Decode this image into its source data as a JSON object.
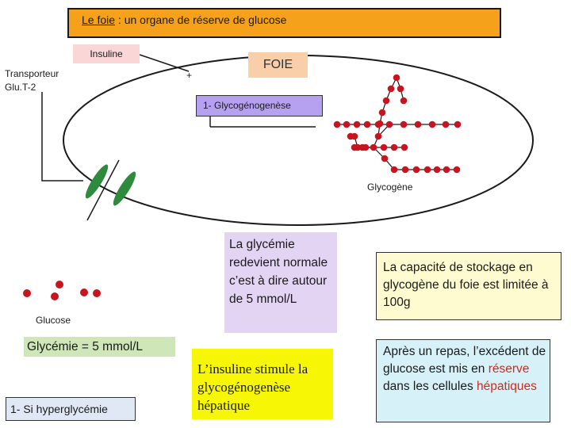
{
  "title": {
    "prefix": "Le foie",
    "rest": " : un organe de réserve de glucose"
  },
  "labels": {
    "insuline": "Insuline",
    "foie": "FOIE",
    "plus": "+",
    "transporteur_line1": "Transporteur",
    "transporteur_line2": "Glu.T-2",
    "glycogenogenese": "1- Glycogénogenèse",
    "glycogene": "Glycogène",
    "glucose": "Glucose"
  },
  "boxes": {
    "glycemie_normale": "La glycémie redevient normale c’est à dire autour de 5 mmol/L",
    "capacite": "La capacité de stockage en glycogène du foie est limitée à 100g",
    "glycemie_value": "Glycémie = 5 mmol/L",
    "hyperglycemie": "1- Si hyperglycémie",
    "insuline_stimule": "L’insuline stimule la glycogénogenèse hépatique",
    "apres_repas": {
      "part1": "Après un repas, l’excédent de glucose est mis en ",
      "reserve": "réserve",
      "part2": " dans les cellules ",
      "hepatiques": "hépatiques"
    }
  },
  "colors": {
    "title_bg": "#f5a11c",
    "glucose_red": "#c8141e",
    "transporter_green": "#2e8b3e",
    "highlight_red": "#d42a1a"
  }
}
